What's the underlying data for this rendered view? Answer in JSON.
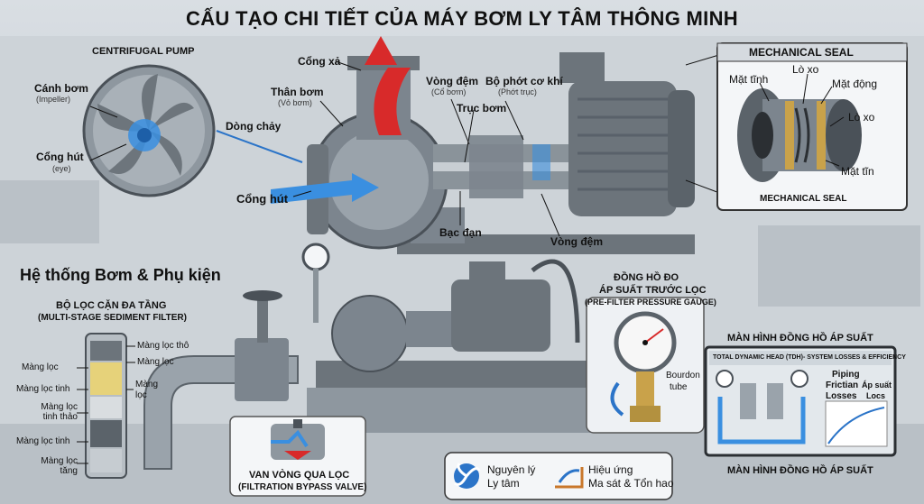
{
  "title": "CẤU TẠO CHI TIẾT CỦA MÁY BƠM LY TÂM THÔNG MINH",
  "centrifugal_pump": {
    "heading": "CENTRIFUGAL PUMP",
    "canh_bom": "Cánh bơm",
    "impeller": "(Impeller)",
    "cong_hut_eye": "Cổng hút",
    "eye": "(eye)",
    "dong_chay": "Dòng chảy"
  },
  "pump_labels": {
    "cong_xa": "Cổng xả",
    "than_bom": "Thân bơm",
    "vo_bom": "(Vỏ bơm)",
    "vong_dem_top": "Vòng đệm",
    "co_bom": "(Cổ bơm)",
    "bo_phot": "Bộ phớt cơ khí",
    "phot_truc": "(Phớt trục)",
    "truc_bom": "Trục bơm",
    "cong_hut": "Cổng hút",
    "bac_dan": "Bạc đạn",
    "vong_dem_bottom": "Vòng đệm"
  },
  "mechanical_seal": {
    "heading": "MECHANICAL SEAL",
    "mat_tinh": "Mặt tĩnh",
    "lo_xo_1": "Lò xo",
    "mat_dong": "Mặt động",
    "lo_xo_2": "Lò xo",
    "mat_tin": "Mặt tĩn",
    "footer": "MECHANICAL SEAL"
  },
  "system": {
    "heading": "Hệ thống Bơm & Phụ kiện"
  },
  "filter": {
    "heading": "BỘ LỌC CẶN ĐA TẦNG",
    "subheading": "(MULTI-STAGE SEDIMENT FILTER)",
    "mang_loc_tho": "Màng lọc thô",
    "mang_loc_1": "Màng lọc",
    "mang_loc_2": "Màng lọc",
    "mang_loc_3": "Màng lọc tinh",
    "mang_loc_4": "Màng lọc tinh thảo",
    "mang_loc_5": "Màng lọc tinh",
    "mang_loc_6": "Màng lọc tăng",
    "mang_loc_right": "Màng lọc",
    "mang": "Màng",
    "loc": "lọc"
  },
  "gauge": {
    "heading1": "ĐỒNG HỒ ĐO",
    "heading2": "ÁP SUẤT TRƯỚC LỌC",
    "subheading": "(PRE-FILTER PRESSURE GAUGE)",
    "bourdon": "Bourdon",
    "tube": "tube"
  },
  "screen": {
    "heading": "MÀN HÌNH ĐỒNG HỒ ÁP SUẤT",
    "banner": "TOTAL DYNAMIC HEAD (TDH)- SYSTEM LOSSES & EFFICIENCY",
    "piping": "Piping",
    "friction": "Frictian",
    "losses": "Losses",
    "ap_suat": "Áp suất",
    "locs": "Locs",
    "footer": "MÀN HÌNH ĐỒNG HỒ ÁP SUẤT"
  },
  "bypass": {
    "label1": "VAN VÒNG QUA LỌC",
    "label2": "(FILTRATION BYPASS VALVE)"
  },
  "legend": {
    "item1_a": "Nguyên lý",
    "item1_b": "Ly tâm",
    "item2_a": "Hiệu ứng",
    "item2_b": "Ma sát & Tổn hao"
  },
  "colors": {
    "flow_blue": "#3a8fe0",
    "flow_red": "#d82a2a",
    "metal": "#7c858e",
    "brass": "#c9a24a"
  }
}
